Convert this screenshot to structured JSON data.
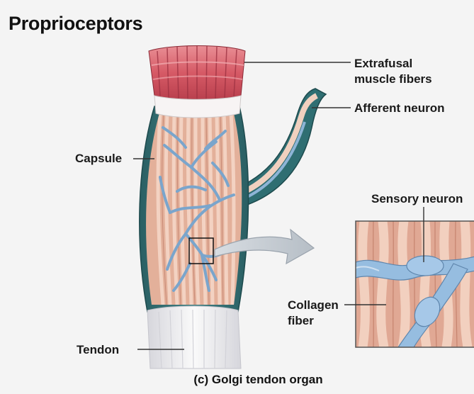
{
  "title": "Proprioceptors",
  "labels": {
    "extrafusal_line1": "Extrafusal",
    "extrafusal_line2": "muscle fibers",
    "afferent": "Afferent neuron",
    "capsule": "Capsule",
    "sensory": "Sensory neuron",
    "collagen_line1": "Collagen",
    "collagen_line2": "fiber",
    "tendon": "Tendon"
  },
  "caption": "(c) Golgi tendon organ",
  "colors": {
    "background": "#f4f4f4",
    "muscle": "#d9646c",
    "capsule": "#2f6e72",
    "collagen": "#ecc4b2",
    "neuron": "#8db4d6",
    "tendon": "#e9e9ec"
  }
}
